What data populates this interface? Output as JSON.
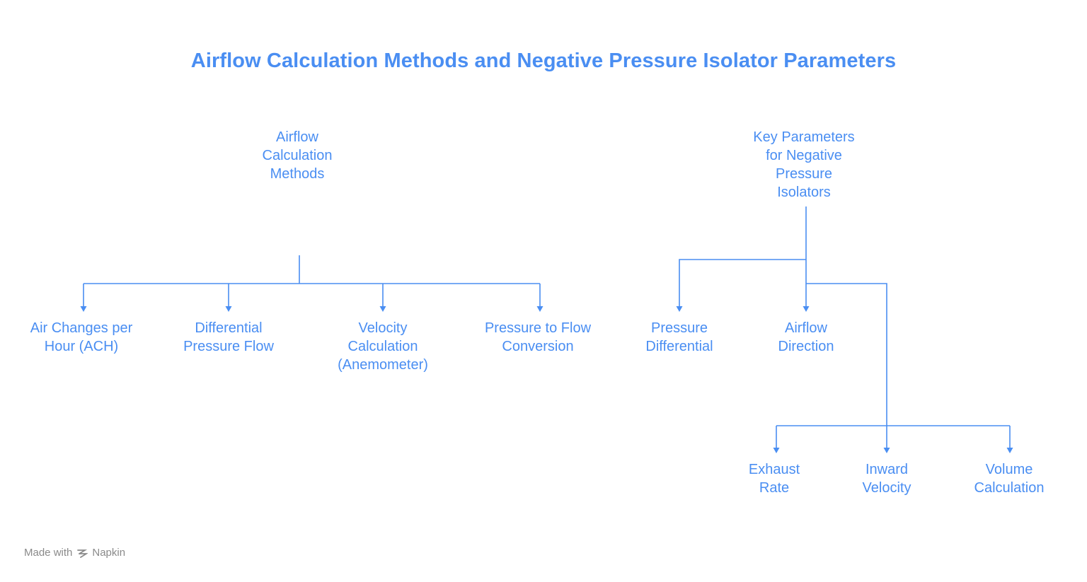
{
  "title": "Airflow Calculation Methods and Negative Pressure Isolator Parameters",
  "colors": {
    "accent": "#4a8ef2",
    "footer": "#8a8a8a"
  },
  "left_tree": {
    "root": "Airflow\nCalculation\nMethods",
    "children": [
      "Air Changes per\nHour (ACH)",
      "Differential\nPressure Flow",
      "Velocity\nCalculation\n(Anemometer)",
      "Pressure to Flow\nConversion"
    ]
  },
  "right_tree": {
    "root": "Key Parameters\nfor Negative\nPressure\nIsolators",
    "children": [
      "Pressure\nDifferential",
      "Airflow\nDirection"
    ],
    "sub_children": [
      "Exhaust\nRate",
      "Inward\nVelocity",
      "Volume\nCalculation"
    ]
  },
  "footer": {
    "made_with": "Made with",
    "brand": "Napkin",
    "logo_icon": "napkin-logo-icon"
  }
}
